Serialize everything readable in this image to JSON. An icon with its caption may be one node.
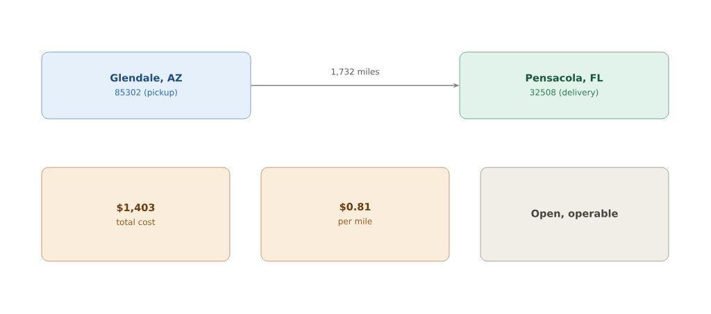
{
  "diagram": {
    "nodes": [
      {
        "text": [
          "Glendale, AZ",
          "85302 (pickup)"
        ]
      },
      {
        "text": [
          "Pensacola, FL",
          "32508 (delivery)"
        ]
      },
      {
        "text": [
          "$1,403",
          "total cost"
        ]
      },
      {
        "text": [
          "$0.81",
          "per mile"
        ]
      },
      {
        "text": [
          "Open, operable"
        ]
      }
    ],
    "edges": [
      {
        "from": 0,
        "to": 1,
        "arrow": "to",
        "label": "1,732 miles"
      }
    ]
  }
}
